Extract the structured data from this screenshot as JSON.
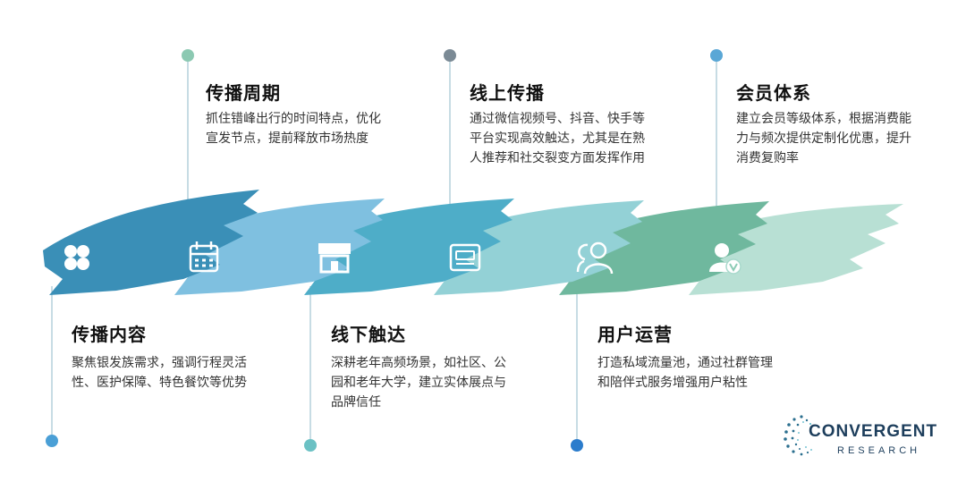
{
  "colors": {
    "stroke1": "#3a8fb7",
    "stroke2": "#72b7d6",
    "stroke3": "#4aa8c4",
    "stroke4": "#8fcfd6",
    "stroke5": "#6bb8a2",
    "stroke6": "#a8d9cc",
    "dot_green": "#8cc9b2",
    "dot_gray": "#7b8a95",
    "dot_blue": "#5aa7d6",
    "dot_bottom1": "#4a9fd6",
    "dot_bottom2": "#6bc1c4",
    "dot_bottom3": "#2b7ccc",
    "line": "#8fb8c8"
  },
  "items": [
    {
      "title": "传播内容",
      "desc": "聚焦银发族需求，强调行程灵活\n性、医护保障、特色餐饮等优势",
      "icon": "clover-icon",
      "position": "bottom"
    },
    {
      "title": "传播周期",
      "desc": "抓住错峰出行的时间特点，优化\n宣发节点，提前释放市场热度",
      "icon": "calendar-icon",
      "position": "top"
    },
    {
      "title": "线下触达",
      "desc": "深耕老年高频场景，如社区、公\n园和老年大学，建立实体展点与\n品牌信任",
      "icon": "store-icon",
      "position": "bottom"
    },
    {
      "title": "线上传播",
      "desc": "通过微信视频号、抖音、快手等\n平台实现高效触达，尤其是在熟\n人推荐和社交裂变方面发挥作用",
      "icon": "browser-icon",
      "position": "top"
    },
    {
      "title": "用户运营",
      "desc": "打造私域流量池，通过社群管理\n和陪伴式服务增强用户粘性",
      "icon": "users-icon",
      "position": "bottom"
    },
    {
      "title": "会员体系",
      "desc": "建立会员等级体系，根据消费能\n力与频次提供定制化优惠，提升\n消费复购率",
      "icon": "member-icon",
      "position": "top"
    }
  ],
  "logo": {
    "main": "CONVERGENT",
    "sub": "RESEARCH"
  }
}
